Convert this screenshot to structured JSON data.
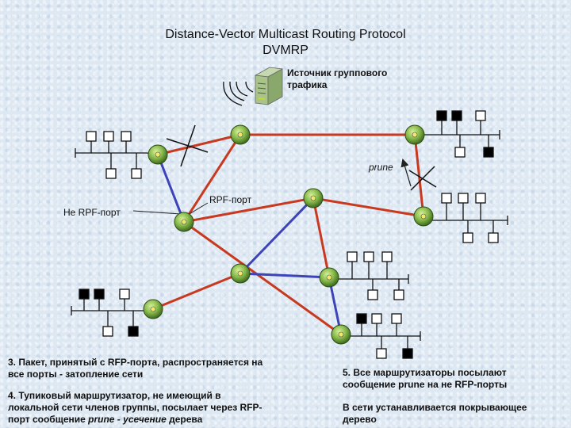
{
  "title_line1": "Distance-Vector Multicast Routing Protocol",
  "title_line2": "DVMRP",
  "source_label_line1": "Источник группового",
  "source_label_line2": "трафика",
  "prune_label": "prune",
  "rpf_port_label": "RPF-порт",
  "non_rpf_port_label": "Не RPF-порт",
  "note3": {
    "line1": "3. Пакет, принятый с RFP-порта, распространяется на",
    "line2": "все порты - затопление сети"
  },
  "note4": {
    "line1": "4.  Тупиковый маршрутизатор, не имеющий в",
    "line2": "локальной сети членов группы, посылает через RFP-",
    "line3_prefix": "порт сообщение ",
    "line3_italic": "prune - усечение",
    "line3_suffix": " дерева"
  },
  "note5": {
    "line1": "5. Все маршрутизаторы посылают",
    "line2": "сообщение prune на не RFP-порты"
  },
  "note_tree": {
    "line1": "В сети устанавливается покрывающее",
    "line2": "дерево"
  },
  "colors": {
    "tree_link": "#c8391f",
    "non_tree_link": "#3d43b8",
    "router_green": "#7fb04a",
    "background": "#dde8f3"
  }
}
